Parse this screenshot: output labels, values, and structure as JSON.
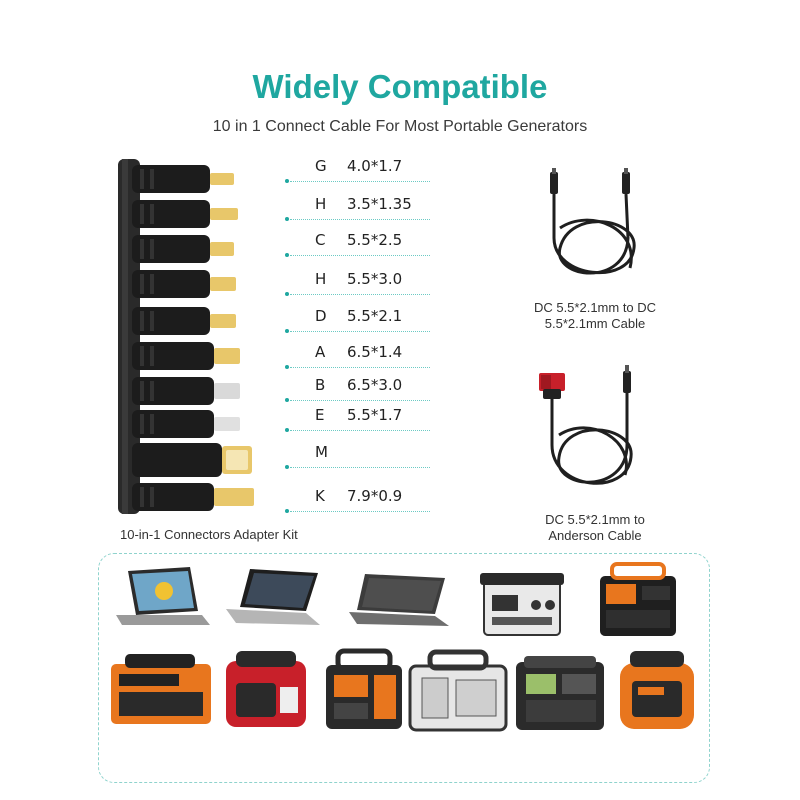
{
  "header": {
    "title": "Widely Compatible",
    "subtitle": "10 in 1 Connect Cable For Most Portable Generators"
  },
  "tips": [
    {
      "code": "G",
      "size": "4.0*1.7"
    },
    {
      "code": "H",
      "size": "3.5*1.35"
    },
    {
      "code": "C",
      "size": "5.5*2.5"
    },
    {
      "code": "H",
      "size": "5.5*3.0"
    },
    {
      "code": "D",
      "size": "5.5*2.1"
    },
    {
      "code": "A",
      "size": "6.5*1.4"
    },
    {
      "code": "B",
      "size": "6.5*3.0"
    },
    {
      "code": "E",
      "size": "5.5*1.7"
    },
    {
      "code": "M",
      "size": ""
    },
    {
      "code": "K",
      "size": "7.9*0.9"
    }
  ],
  "kit_label": "10-in-1 Connectors Adapter Kit",
  "cables": [
    {
      "caption_line1": "DC 5.5*2.1mm to DC",
      "caption_line2": "5.5*2.1mm Cable"
    },
    {
      "caption_line1": "DC 5.5*2.1mm to",
      "caption_line2": "Anderson Cable"
    }
  ],
  "colors": {
    "accent": "#1fa7a0",
    "tip_gold": "#e8c76a",
    "connector_black": "#1c1c1c",
    "orange": "#e8761e",
    "red": "#c8202a"
  },
  "devices": {
    "row1": [
      "convertible-laptop-icon",
      "laptop-icon",
      "ultrabook-icon",
      "power-station-white-icon",
      "power-station-orange-icon"
    ],
    "row2": [
      "power-station-orange-wide-icon",
      "inverter-generator-red-icon",
      "power-station-handle-icon",
      "power-station-silver-icon",
      "power-station-black-icon",
      "inverter-generator-orange-icon"
    ]
  }
}
